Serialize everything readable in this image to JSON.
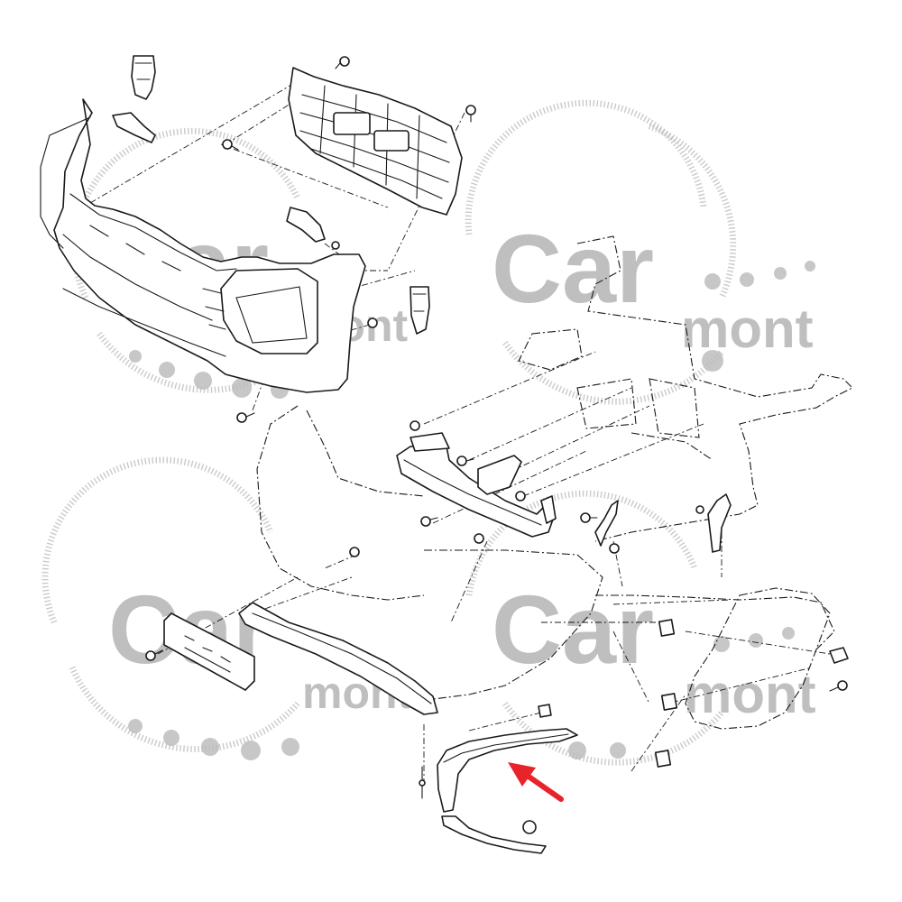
{
  "watermark": {
    "brand_main": "Car",
    "brand_sub": "mont",
    "color": "#b4b4b4"
  },
  "callout": {
    "color": "#e8232a",
    "target": "front-bumper-lower-trim-molding"
  },
  "line_color": "#1a1a1a",
  "parts": [
    "front-bumper-cover",
    "radiator-grille",
    "bumper-reinforcement",
    "lower-spoiler",
    "license-plate-bracket",
    "fender-liner",
    "lower-trim-molding",
    "lower-trim-molding-outer",
    "mounting-brackets",
    "bolts",
    "clips"
  ]
}
